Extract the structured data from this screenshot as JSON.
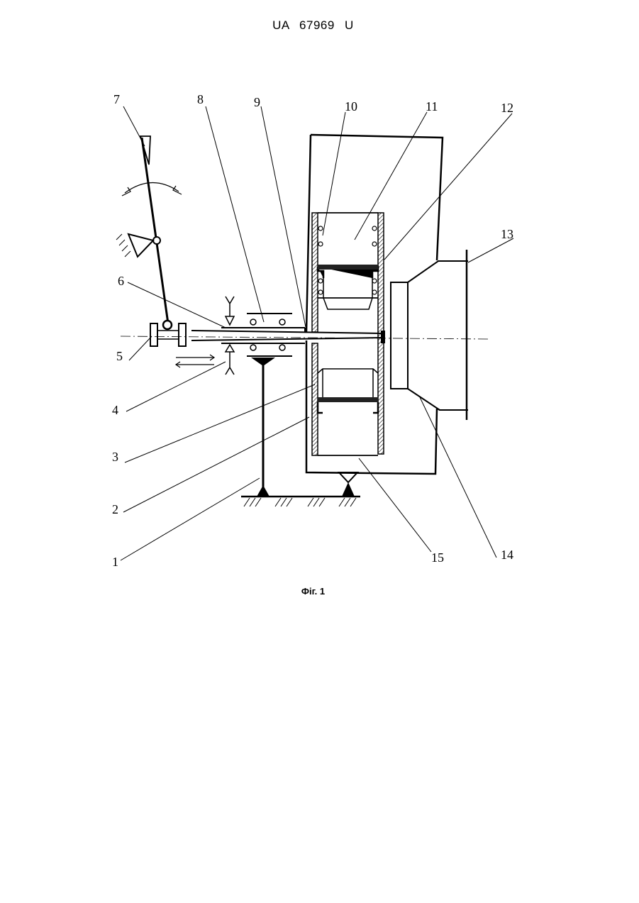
{
  "document": {
    "header": "UA 67969 U",
    "caption": "Фіг. 1"
  },
  "figure": {
    "labels": {
      "n1": "1",
      "n2": "2",
      "n3": "3",
      "n4": "4",
      "n5": "5",
      "n6": "6",
      "n7": "7",
      "n8": "8",
      "n9": "9",
      "n10": "10",
      "n11": "11",
      "n12": "12",
      "n13": "13",
      "n14": "14",
      "n15": "15"
    }
  }
}
